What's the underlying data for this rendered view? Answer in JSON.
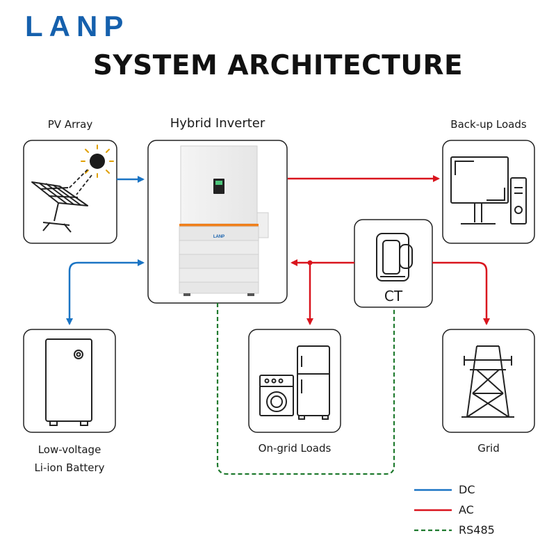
{
  "brand": {
    "logo_text": "LANP",
    "inverter_badge": "LANP",
    "color": "#1560ad"
  },
  "title": "SYSTEM ARCHITECTURE",
  "nodes": {
    "pv_array": "PV Array",
    "hybrid_inverter": "Hybrid Inverter",
    "backup_loads": "Back-up Loads",
    "ct": "CT",
    "battery_line1": "Low-voltage",
    "battery_line2": "Li-ion Battery",
    "ongrid_loads": "On-grid Loads",
    "grid": "Grid"
  },
  "legend": [
    {
      "label": "DC",
      "color": "#1a74c4",
      "style": "solid"
    },
    {
      "label": "AC",
      "color": "#d9141d",
      "style": "solid"
    },
    {
      "label": "RS485",
      "color": "#1f7a2e",
      "style": "dashed"
    }
  ],
  "connections": [
    {
      "from": "PV Array",
      "to": "Hybrid Inverter",
      "type": "DC"
    },
    {
      "from": "Hybrid Inverter",
      "to": "Low-voltage Li-ion Battery",
      "type": "DC"
    },
    {
      "from": "Hybrid Inverter",
      "to": "Back-up Loads",
      "type": "AC"
    },
    {
      "from": "Grid",
      "to": "Hybrid Inverter",
      "type": "AC"
    },
    {
      "from": "Grid",
      "to": "On-grid Loads",
      "type": "AC"
    },
    {
      "from": "Hybrid Inverter",
      "to": "CT",
      "type": "RS485"
    }
  ]
}
